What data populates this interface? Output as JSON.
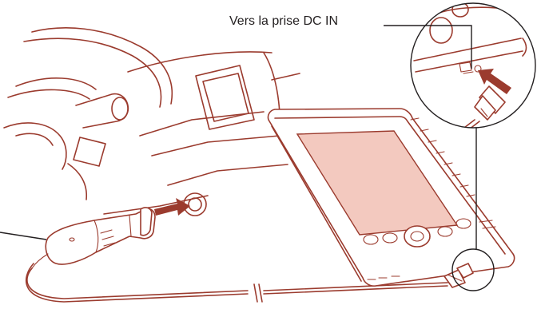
{
  "callout": {
    "text": "Vers la prise DC IN"
  },
  "colors": {
    "line": "#9b3b2e",
    "screen": "#f3c9bf",
    "text": "#231f20",
    "background": "#ffffff"
  },
  "icons": [
    "car-dashboard",
    "cigarette-lighter-socket",
    "car-adapter-plug",
    "ebook-reader",
    "dc-in-port",
    "insertion-arrow"
  ]
}
